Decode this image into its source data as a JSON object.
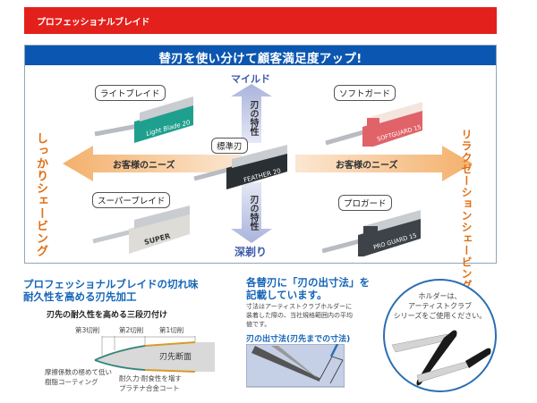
{
  "header": {
    "title": "プロフェッショナルブレイド",
    "bg_color": "#e3201b"
  },
  "frame": {
    "title": "替刃を使い分けて顧客満足度アップ!",
    "title_bg": "#0b56b0",
    "axis": {
      "top_label": "マイルド",
      "bottom_label": "深剃り",
      "up_arrow_text": "刃の特性",
      "down_arrow_text": "刃の特性",
      "left_arrow_text": "お客様のニーズ",
      "right_arrow_text": "お客様のニーズ",
      "left_side_label": [
        "しっかり",
        "シェービング"
      ],
      "right_side_label": [
        "リラクゼーション",
        "シェービング"
      ]
    },
    "products": [
      {
        "name": "ライトブレイド",
        "box_text": "Light Blade 20",
        "color": "#1fa08e"
      },
      {
        "name": "ソフトガード",
        "box_text": "SOFTGUARD 15",
        "color": "#e0636a"
      },
      {
        "name": "標準刃",
        "box_text": "FEATHER 20",
        "color": "#2a2f33"
      },
      {
        "name": "スーパーブレイド",
        "box_text": "SUPER",
        "color": "#d8d8d4"
      },
      {
        "name": "プロガード",
        "box_text": "PRO GUARD 15",
        "color": "#3d4349"
      }
    ]
  },
  "bottom_left": {
    "title_line1": "プロフェッショナルブレイドの切れ味",
    "title_line2": "耐久性を高める刃先加工",
    "subtitle": "刃先の耐久性を高める三段刃付け",
    "cuts": [
      "第3切削",
      "第2切削",
      "第1切削"
    ],
    "section_label": "刃先断面",
    "note_coating": [
      "摩擦係数の極めて低い",
      "樹脂コーティング"
    ],
    "note_platinum": [
      "耐久力·耐食性を増す",
      "プラチナ合金コート"
    ]
  },
  "bottom_middle": {
    "title_line1": "各替刃に「刃の出寸法」を",
    "title_line2": "記載しています。",
    "body": [
      "寸法はアーティストクラブホルダーに",
      "装着した際の、当社規格範囲内の平均",
      "値です。"
    ],
    "diagram_label": "刃の出寸法(刃先までの寸法)"
  },
  "bottom_right": {
    "holder_text": [
      "ホルダーは、",
      "アーティストクラブ",
      "シリーズをご使用ください。"
    ]
  }
}
